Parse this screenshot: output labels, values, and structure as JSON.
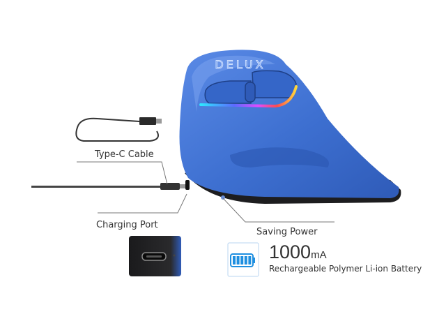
{
  "brand": {
    "logo_text": "DELUX"
  },
  "colors": {
    "mouse_blue": "#3d6fd0",
    "mouse_blue_dark": "#2a50a8",
    "base_black": "#1d1d1f",
    "cable_gray": "#444444",
    "battery_blue": "#1f8fe0"
  },
  "callouts": {
    "type_c_cable": "Type-C Cable",
    "charging_port": "Charging Port",
    "saving_power": "Saving Power"
  },
  "battery": {
    "capacity_number": "1000",
    "capacity_unit": "mA",
    "description": "Rechargeable Polymer Li-ion Battery",
    "icon": "battery-full-icon",
    "level": 1.0
  }
}
